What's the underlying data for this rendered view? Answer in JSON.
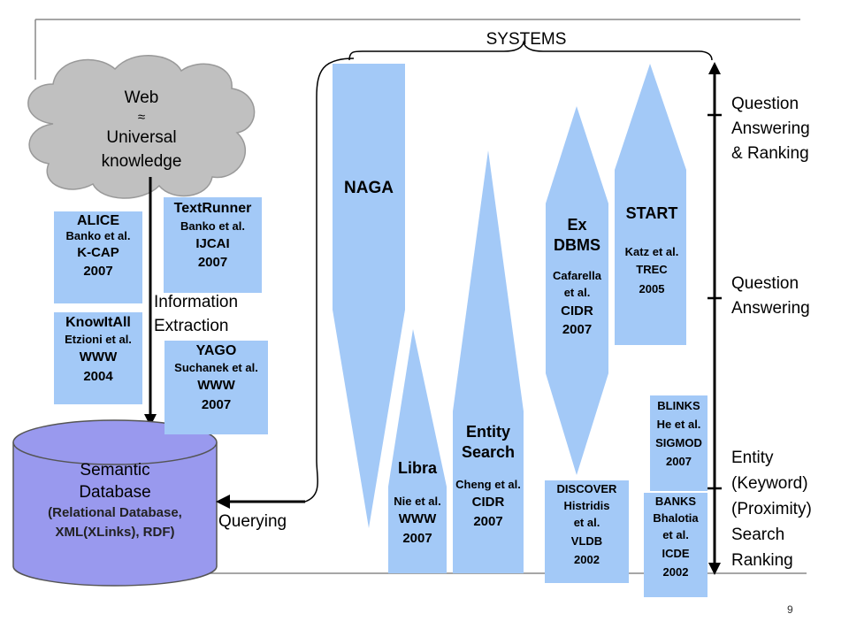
{
  "systems_heading": "SYSTEMS",
  "web_cloud": {
    "line1": "Web",
    "line2": "≈",
    "line3": "Universal",
    "line4": "knowledge"
  },
  "database": {
    "line1": "Semantic",
    "line2": "Database",
    "line3": "(Relational Database,",
    "line4": "XML(XLinks), RDF)"
  },
  "information_extraction": {
    "line1": "Information",
    "line2": "Extraction"
  },
  "querying": "Querying",
  "ie_papers": [
    {
      "name": "ALICE",
      "authors": "Banko et al.",
      "venue": "K-CAP",
      "year": "2007"
    },
    {
      "name": "TextRunner",
      "authors": "Banko et al.",
      "venue": "IJCAI",
      "year": "2007"
    },
    {
      "name": "KnowItAll",
      "authors": "Etzioni et al.",
      "venue": "WWW",
      "year": "2004"
    },
    {
      "name": "YAGO",
      "authors": "Suchanek et al.",
      "venue": "WWW",
      "year": "2007"
    }
  ],
  "systems": {
    "naga": {
      "name": "NAGA"
    },
    "libra": {
      "name": "Libra",
      "authors": "Nie et al.",
      "venue": "WWW",
      "year": "2007"
    },
    "entity_search": {
      "line1": "Entity",
      "line2": "Search",
      "authors": "Cheng et al.",
      "venue": "CIDR",
      "year": "2007"
    },
    "exdbms": {
      "line1": "Ex",
      "line2": "DBMS",
      "authors1": "Cafarella",
      "authors2": "et al.",
      "venue": "CIDR",
      "year": "2007"
    },
    "start": {
      "name": "START",
      "authors": "Katz et al.",
      "venue": "TREC",
      "year": "2005"
    },
    "discover": {
      "name": "DISCOVER",
      "authors1": "Histridis",
      "authors2": "et al.",
      "venue": "VLDB",
      "year": "2002"
    },
    "blinks": {
      "name": "BLINKS",
      "authors": "He et al.",
      "venue": "SIGMOD",
      "year": "2007"
    },
    "banks": {
      "name": "BANKS",
      "authors1": "Bhalotia",
      "authors2": "et al.",
      "venue": "ICDE",
      "year": "2002"
    }
  },
  "scale_labels": {
    "qa_ranking": {
      "line1": "Question",
      "line2": "Answering",
      "line3": "& Ranking"
    },
    "qa": {
      "line1": "Question",
      "line2": "Answering"
    },
    "entity": {
      "line1": "Entity",
      "line2": "(Keyword)",
      "line3": "(Proximity)",
      "line4": "Search",
      "line5": "Ranking"
    }
  },
  "page_number": "9",
  "colors": {
    "shape_fill": "#a3c9f7",
    "database_fill": "#9999ee",
    "cloud_fill": "#c0c0c0"
  }
}
